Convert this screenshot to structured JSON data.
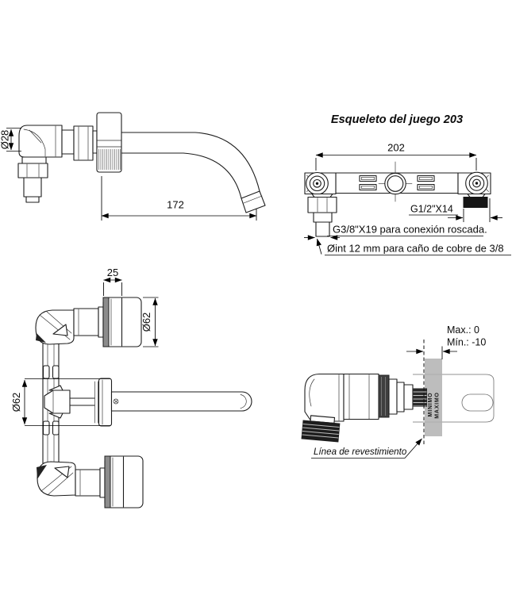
{
  "drawing": {
    "title": "Esqueleto del juego 203",
    "spout_view": {
      "diameter_label": "Ø28",
      "length_label": "172"
    },
    "skeleton_view": {
      "width_label": "202",
      "right_thread_label": "G1/2\"X14",
      "left_thread_label": "G3/8\"X19 para conexión roscada.",
      "copper_pipe_label": "Øint 12 mm para caño de cobre de 3/8"
    },
    "front_view": {
      "handle_depth_label": "25",
      "handle_diameter_label": "Ø62",
      "escutcheon_diameter_label": "Ø62"
    },
    "section_view": {
      "max_label": "Max.: 0",
      "min_label": "Mín.: -10",
      "wall_min_text": "MINIMO",
      "wall_max_text": "MAXIMO",
      "covering_line_label": "Línea de revestimiento"
    },
    "colors": {
      "line": "#1c1c1c",
      "wall_band": "#b1b1b1",
      "background": "#ffffff"
    }
  }
}
